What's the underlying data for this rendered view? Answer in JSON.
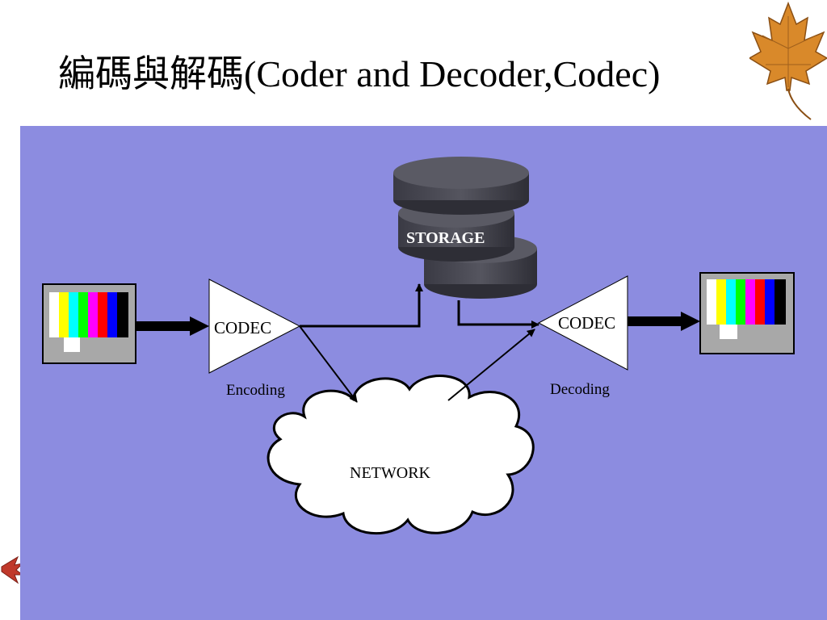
{
  "slide": {
    "title": "編碼與解碼(Coder and Decoder,Codec)"
  },
  "diagram": {
    "background_color": "#8c8ce0",
    "encoder": {
      "label": "CODEC",
      "caption": "Encoding"
    },
    "decoder": {
      "label": "CODEC",
      "caption": "Decoding"
    },
    "storage": {
      "label": "STORAGE"
    },
    "network": {
      "label": "NETWORK"
    },
    "colorbars": [
      "#ffffff",
      "#ffff00",
      "#00ffff",
      "#00ff00",
      "#ff00ff",
      "#ff0000",
      "#0000ff",
      "#000000"
    ]
  },
  "decorations": {
    "leaf_color": "#d9892a",
    "small_leaf_color": "#c0392b"
  }
}
